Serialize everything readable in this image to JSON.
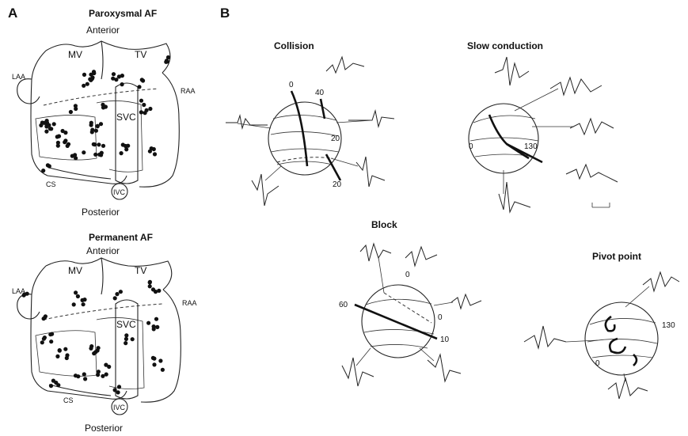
{
  "panel_a": {
    "label": "A",
    "paroxysmal": {
      "title": "Paroxysmal AF",
      "anterior": "Anterior",
      "posterior": "Posterior",
      "mv": "MV",
      "tv": "TV",
      "laa": "LAA",
      "raa": "RAA",
      "svc": "SVC",
      "cs": "CS",
      "ivc": "IVC"
    },
    "permanent": {
      "title": "Permanent AF",
      "anterior": "Anterior",
      "posterior": "Posterior",
      "mv": "MV",
      "tv": "TV",
      "laa": "LAA",
      "raa": "RAA",
      "svc": "SVC",
      "cs": "CS",
      "ivc": "IVC"
    }
  },
  "panel_b": {
    "label": "B",
    "collision": {
      "title": "Collision",
      "t0": "0",
      "t40": "40",
      "t20a": "20",
      "t20b": "20"
    },
    "slow_conduction": {
      "title": "Slow conduction",
      "t0": "0",
      "t130": "130"
    },
    "block": {
      "title": "Block",
      "t60": "60",
      "t0a": "0",
      "t0b": "0",
      "t10": "10"
    },
    "pivot_point": {
      "title": "Pivot point",
      "t130": "130",
      "t0": "0"
    }
  }
}
